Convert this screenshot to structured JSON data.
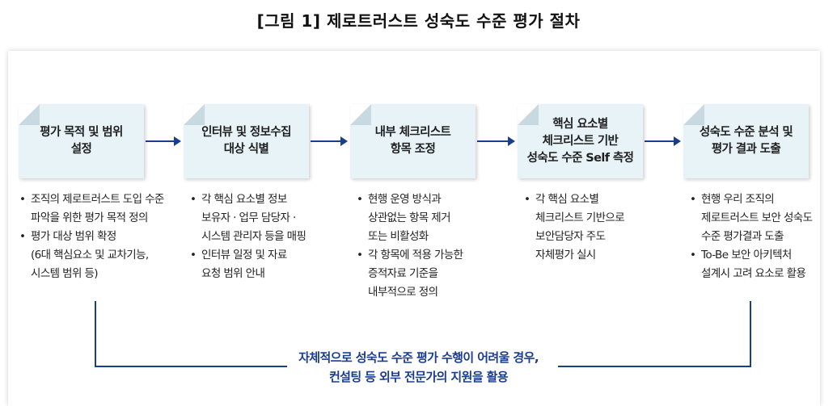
{
  "title": "[그림 1] 제로트러스트 성숙도 수준 평가 절차",
  "stages": [
    {
      "label": "평가 목적 및 범위\n설정"
    },
    {
      "label": "인터뷰 및 정보수집\n대상 식별"
    },
    {
      "label": "내부 체크리스트\n항목 조정"
    },
    {
      "label": "핵심 요소별\n체크리스트 기반\n성숙도 수준 Self 측정"
    },
    {
      "label": "성숙도 수준 분석 및\n평가 결과 도출"
    }
  ],
  "details": [
    [
      "조직의 제로트러스트 도입 수준\n파악을 위한 평가 목적 정의",
      "평가 대상 범위 확정\n(6대 핵심요소 및 교차기능,\n시스템 범위 등)"
    ],
    [
      "각 핵심 요소별 정보\n보유자 · 업무 담당자 ·\n시스템 관리자 등을 매핑",
      "인터뷰 일정 및 자료\n요청 범위 안내"
    ],
    [
      "현행 운영 방식과\n상관없는 항목 제거\n또는 비활성화",
      "각 항목에 적용 가능한\n증적자료 기준을\n내부적으로 정의"
    ],
    [
      "각 핵심 요소별\n체크리스트 기반으로\n보안담당자 주도\n자체평가 실시"
    ],
    [
      "현행 우리 조직의\n제로트러스트 보안 성숙도\n수준 평가결과 도출",
      "To-Be 보안 아키텍처\n설계시 고려 요소로 활용"
    ]
  ],
  "note": {
    "line1": "자체적으로 성숙도 수준 평가 수행이 어려울 경우,",
    "line2": "컨설팅 등 외부 전문가의 지원을 활용"
  },
  "colors": {
    "box_fill": "#e8f3f8",
    "accent": "#1b3d8f"
  }
}
